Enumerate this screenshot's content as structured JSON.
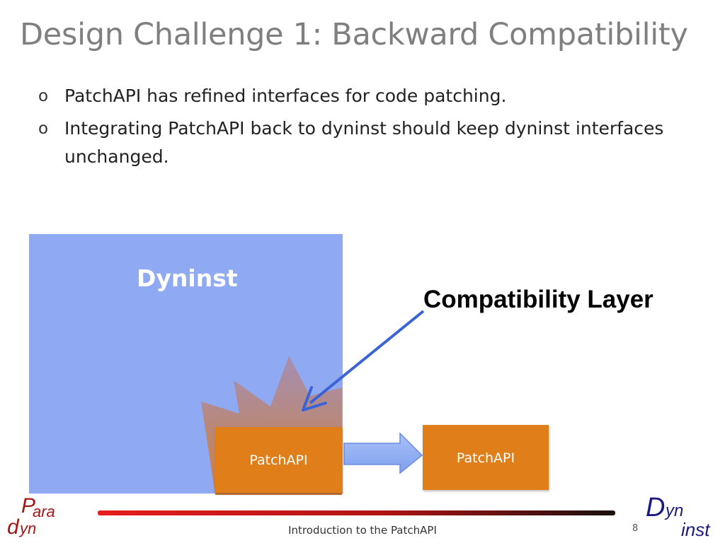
{
  "slide": {
    "title": "Design Challenge 1: Backward Compatibility",
    "bullets": [
      {
        "marker": "o",
        "text": "PatchAPI has refined interfaces for code patching."
      },
      {
        "marker": "o",
        "text": "Integrating PatchAPI back to dyninst should keep dyninst interfaces unchanged."
      }
    ]
  },
  "diagram": {
    "dyninst_label": "Dyninst",
    "patchapi_left_label": "PatchAPI",
    "patchapi_right_label": "PatchAPI",
    "compat_label": "Compatibility Layer",
    "colors": {
      "dyninst_box": "#8fa9f2",
      "patchapi_box": "#e07f1a",
      "arrow": "#3a63d6",
      "flame": "#b07a6a"
    }
  },
  "footer": {
    "text": "Introduction to the PatchAPI",
    "page_number": "8",
    "logo_left": "Paradyn",
    "logo_right": "Dyninst"
  }
}
